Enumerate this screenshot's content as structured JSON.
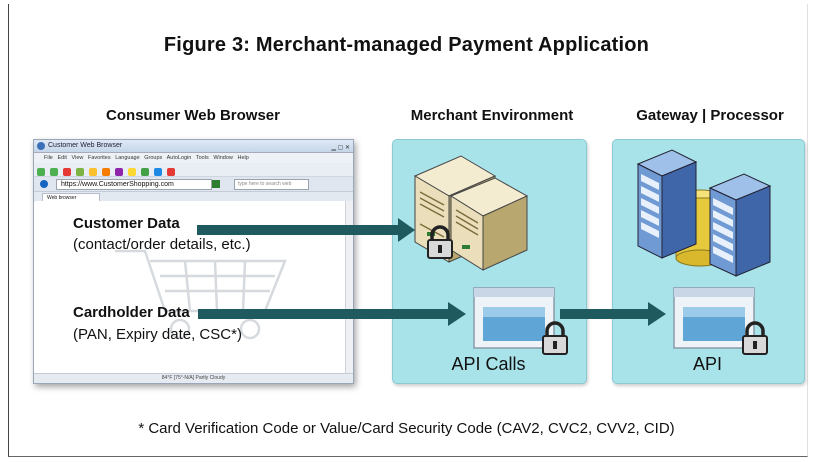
{
  "figure": {
    "title": "Figure 3: Merchant-managed Payment Application",
    "footnote": "* Card Verification Code or Value/Card Security Code (CAV2, CVC2, CVV2, CID)"
  },
  "columns": {
    "consumer": "Consumer Web Browser",
    "merchant": "Merchant Environment",
    "gateway": "Gateway | Processor"
  },
  "browser": {
    "window_title": "Customer  Web  Browser",
    "menu_items": [
      "File",
      "Edit",
      "View",
      "Favorites",
      "Language",
      "Groups",
      "AutoLogin",
      "Tools",
      "Window",
      "Help"
    ],
    "url": "https://www.CustomerShopping.com",
    "search_placeholder": "type here to search web",
    "tab_label": "Web browser",
    "status_text": "84°F [75°-N/A] Partly Cloudy"
  },
  "flows": {
    "customer_data": {
      "title": "Customer Data",
      "subtitle": "(contact/order details, etc.)"
    },
    "cardholder_data": {
      "title": "Cardholder Data",
      "subtitle": "(PAN, Expiry date, CSC*)"
    }
  },
  "labels": {
    "api_calls": "API Calls",
    "api": "API"
  },
  "colors": {
    "env_fill": "#a8e3ea",
    "arrow": "#1f5a5f",
    "server_cream": "#eadfba",
    "rack_blue": "#4a78b8"
  }
}
